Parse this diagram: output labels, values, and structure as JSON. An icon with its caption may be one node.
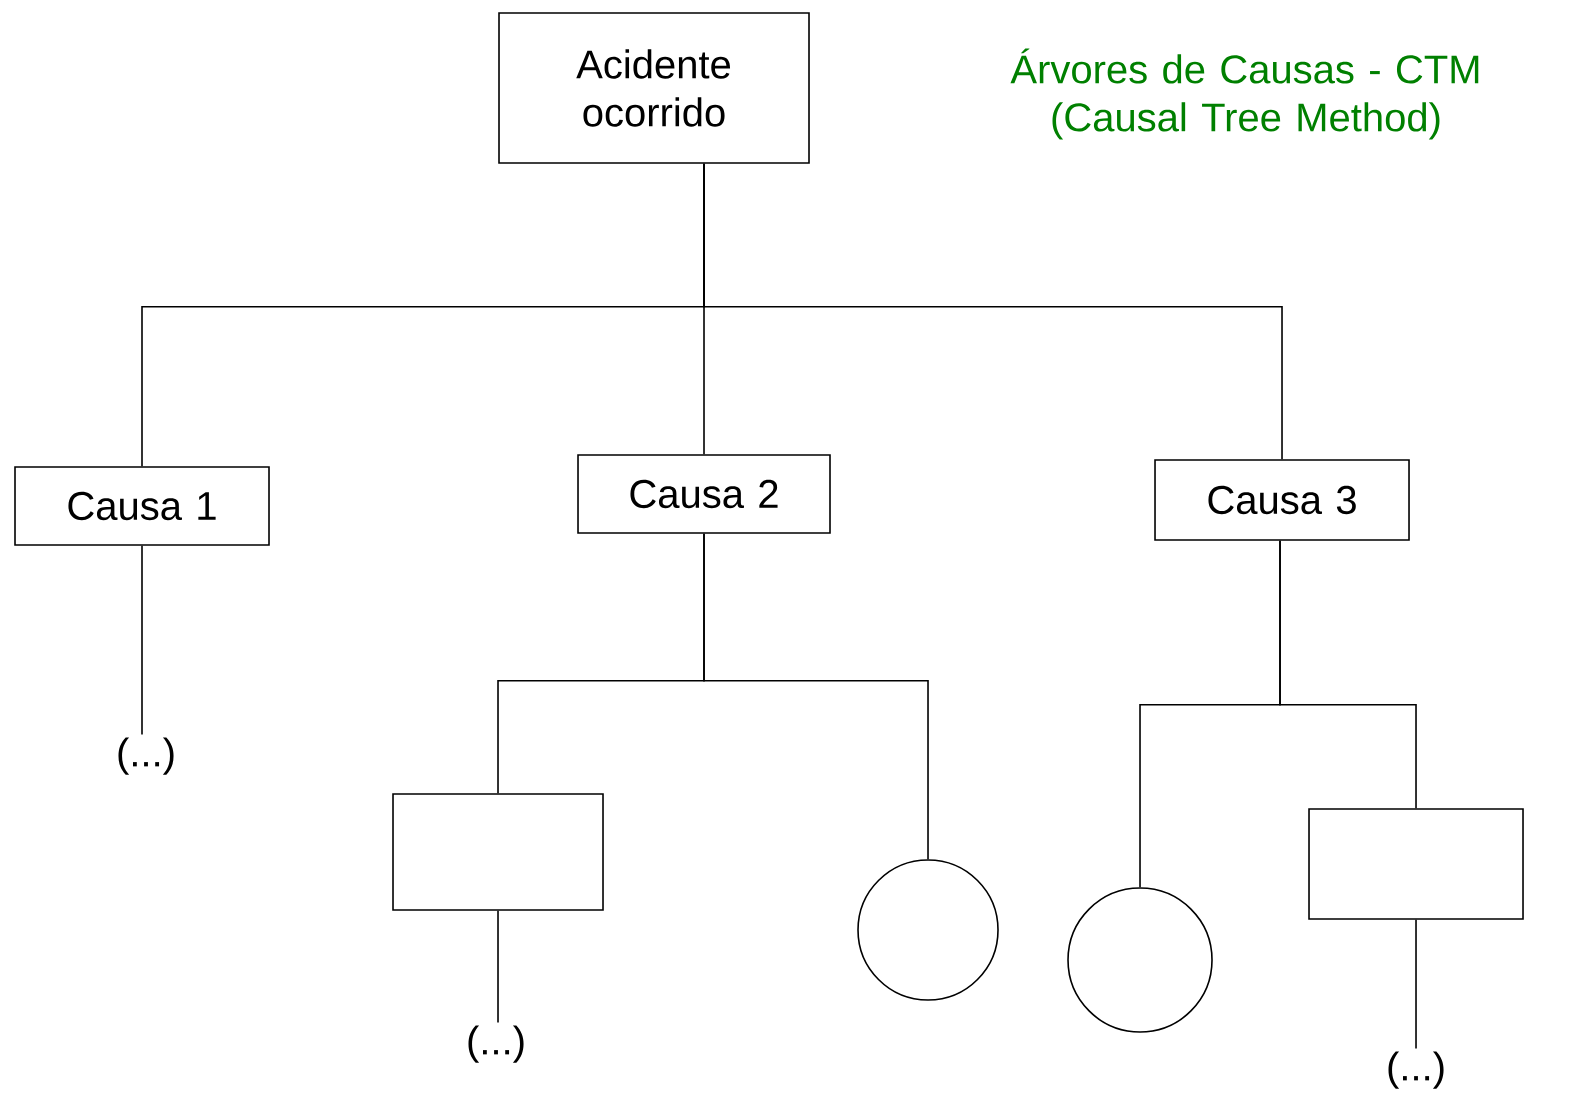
{
  "diagram": {
    "title": "Árvores de Causas - CTM (Causal Tree Method)",
    "nodes": [
      {
        "text": [
          "Acidente ocorrido"
        ]
      },
      {
        "text": [
          "Causa 1"
        ]
      },
      {
        "text": [
          "Causa 2"
        ]
      },
      {
        "text": [
          "Causa 3"
        ]
      },
      {
        "text": [
          "(...)"
        ]
      },
      {
        "text": [],
        "shape": "box"
      },
      {
        "text": [],
        "shape": "circle"
      },
      {
        "text": [
          "(...)"
        ]
      },
      {
        "text": [],
        "shape": "circle"
      },
      {
        "text": [],
        "shape": "box"
      },
      {
        "text": [
          "(...)"
        ]
      }
    ],
    "edges": [
      {
        "from": 0,
        "to": 1,
        "arrow": "none"
      },
      {
        "from": 0,
        "to": 2,
        "arrow": "none"
      },
      {
        "from": 0,
        "to": 3,
        "arrow": "none"
      },
      {
        "from": 1,
        "to": 4,
        "arrow": "none"
      },
      {
        "from": 2,
        "to": 5,
        "arrow": "none"
      },
      {
        "from": 2,
        "to": 6,
        "arrow": "none"
      },
      {
        "from": 3,
        "to": 8,
        "arrow": "none"
      },
      {
        "from": 3,
        "to": 9,
        "arrow": "none"
      },
      {
        "from": 5,
        "to": 7,
        "arrow": "none"
      },
      {
        "from": 9,
        "to": 10,
        "arrow": "none"
      }
    ]
  }
}
